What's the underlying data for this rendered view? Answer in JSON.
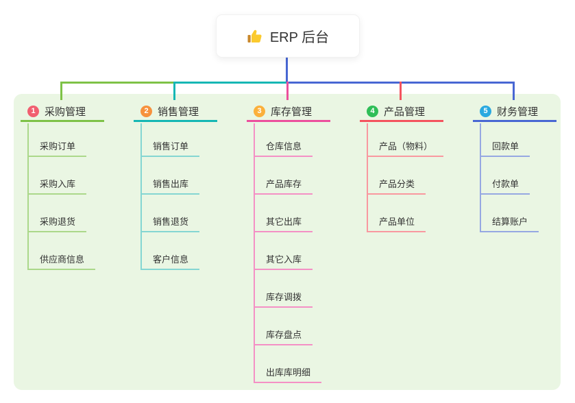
{
  "root": {
    "label": "ERP 后台",
    "icon": "thumbs-up-icon"
  },
  "branches": [
    {
      "num": "1",
      "label": "采购管理",
      "badge_color": "#f15f70",
      "line_color": "#7ec247",
      "sub_line_color": "#abd88a",
      "children": [
        "采购订单",
        "采购入库",
        "采购退货",
        "供应商信息"
      ]
    },
    {
      "num": "2",
      "label": "销售管理",
      "badge_color": "#f7913d",
      "line_color": "#15b7b4",
      "sub_line_color": "#84d6d2",
      "children": [
        "销售订单",
        "销售出库",
        "销售退货",
        "客户信息"
      ]
    },
    {
      "num": "3",
      "label": "库存管理",
      "badge_color": "#fbb03b",
      "line_color": "#ec4f9d",
      "sub_line_color": "#f490c5",
      "children": [
        "仓库信息",
        "产品库存",
        "其它出库",
        "其它入库",
        "库存调拨",
        "库存盘点",
        "出库库明细"
      ]
    },
    {
      "num": "4",
      "label": "产品管理",
      "badge_color": "#2fbe58",
      "line_color": "#f4535e",
      "sub_line_color": "#f9989f",
      "children": [
        "产品（物料）",
        "产品分类",
        "产品单位"
      ]
    },
    {
      "num": "5",
      "label": "财务管理",
      "badge_color": "#2aa9e0",
      "line_color": "#4867d3",
      "sub_line_color": "#96a8e2",
      "children": [
        "回款单",
        "付款单",
        "结算账户"
      ]
    }
  ],
  "colors": {
    "panel_bg": "#eaf6e3",
    "root_stem": "#4867d3",
    "text": "#333333",
    "card_bg": "#ffffff"
  }
}
